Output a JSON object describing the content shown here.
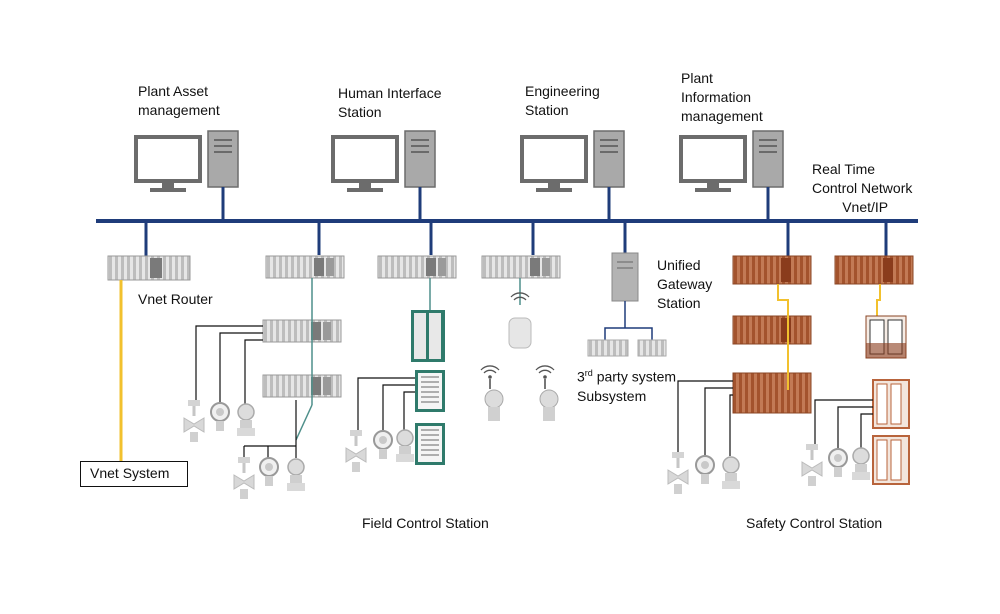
{
  "stations": {
    "plant_asset": [
      "Plant Asset",
      "management"
    ],
    "hmi": [
      "Human Interface",
      "Station"
    ],
    "engineering": [
      "Engineering",
      "Station"
    ],
    "plant_info": [
      "Plant",
      "Information",
      "management"
    ]
  },
  "network": [
    "Real Time",
    "Control Network",
    "Vnet/IP"
  ],
  "vnet_router": "Vnet Router",
  "vnet_system": "Vnet  System",
  "unified_gateway": [
    "Unified",
    "Gateway",
    "Station"
  ],
  "third_party": {
    "prefix": "3",
    "sup": "rd",
    "rest": " party system",
    "line2": "Subsystem"
  },
  "field_control_station": "Field Control Station",
  "safety_control_station": "Safety Control Station",
  "colors": {
    "bus": "#1f3c7a",
    "vnet_link": "#f2c12e",
    "teal_link": "#4e8f8a",
    "safety": "#b8643c",
    "device_gray": "#c8c8c8",
    "monitor": "#6c6c6c"
  }
}
